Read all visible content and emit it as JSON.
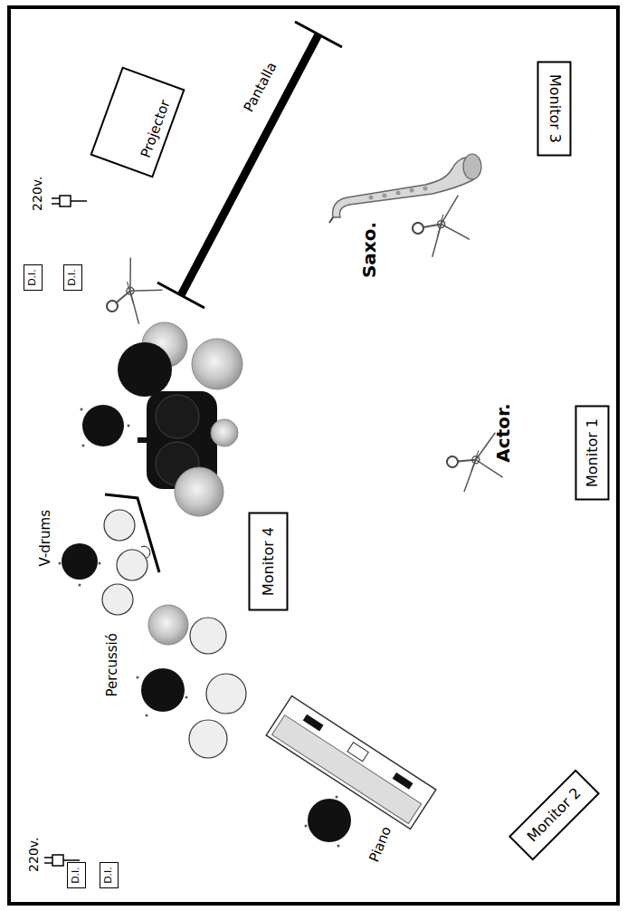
{
  "diagram": {
    "nodes": [
      {
        "text": [
          "Projector"
        ]
      },
      {
        "text": [
          "Monitor 3"
        ]
      },
      {
        "text": [
          "D.I."
        ]
      },
      {
        "text": [
          "D.I."
        ]
      },
      {
        "text": [
          "Monitor 4"
        ]
      },
      {
        "text": [
          "Monitor 1"
        ]
      },
      {
        "text": [
          "D.I."
        ]
      },
      {
        "text": [
          "D.I."
        ]
      },
      {
        "text": [
          "Monitor 2"
        ]
      }
    ],
    "edges": [],
    "labels": [
      "Pantalla",
      "220v.",
      "Saxo.",
      "Actor.",
      "V-drums",
      "Percussió",
      "Piano",
      "220v."
    ]
  }
}
